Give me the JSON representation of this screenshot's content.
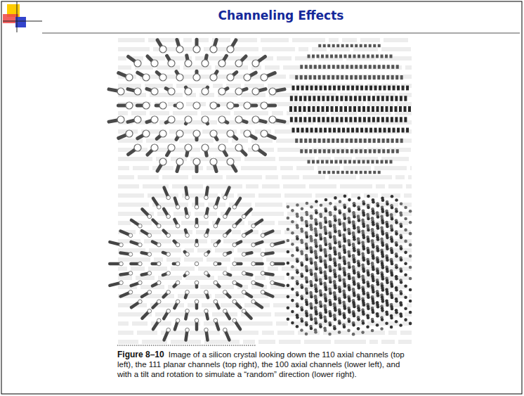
{
  "diagram": {
    "title": "Channeling Effects",
    "caption": "Image of a silicon crystal looking down the 110 axial channels (top left), the 111 planar channels (top right), the 100 axial channels (lower left), and with a tilt and rotation to simulate a “random” direction (lower right).",
    "labels": [
      "Figure 8–10"
    ]
  }
}
